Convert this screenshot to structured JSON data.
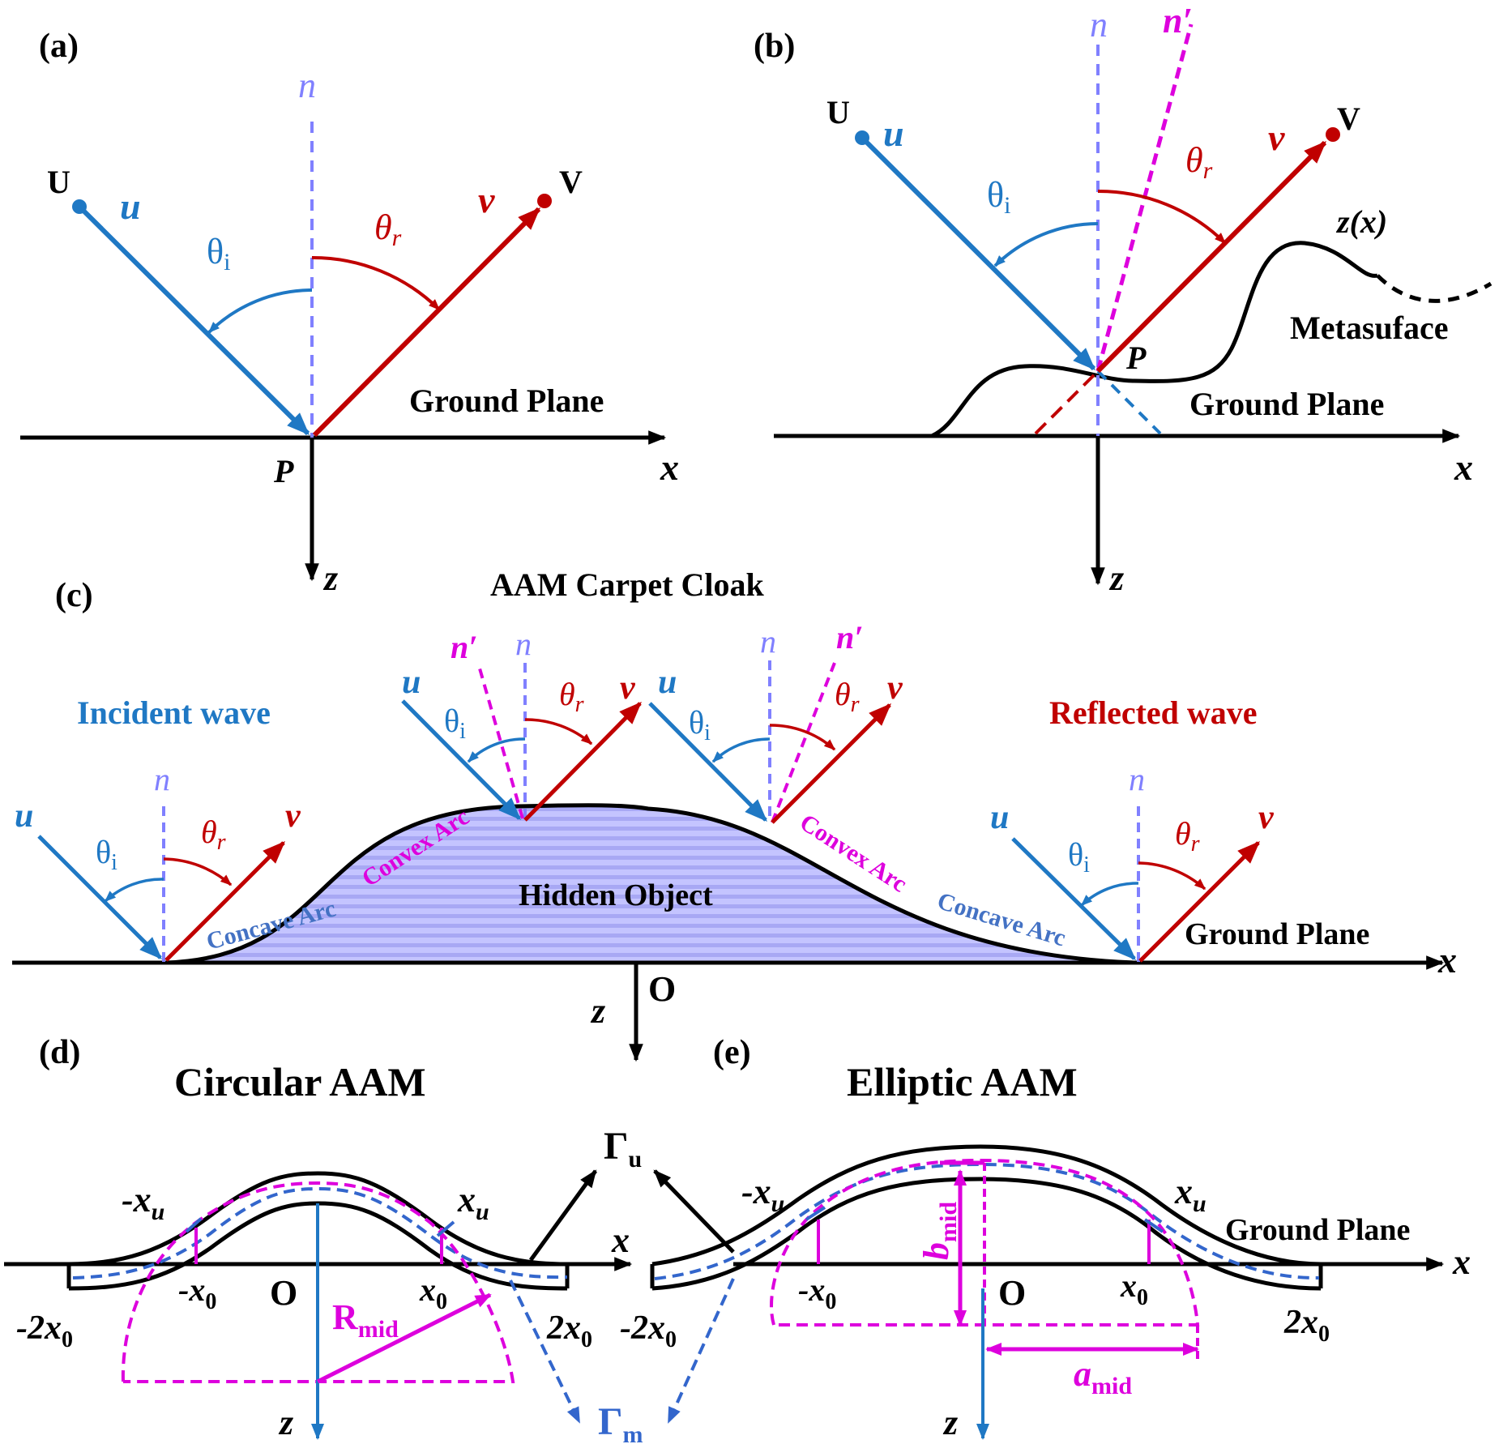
{
  "panels": {
    "a": {
      "label": "(a)",
      "n": "n",
      "U": "U",
      "u": "u",
      "theta_i": "θ",
      "theta_i_sub": "i",
      "theta_r": "θ",
      "theta_r_sub": "r",
      "v": "v",
      "V": "V",
      "ground": "Ground Plane",
      "P": "P",
      "x": "x",
      "z": "z"
    },
    "b": {
      "label": "(b)",
      "n": "n",
      "n_prime": "n′",
      "U": "U",
      "u": "u",
      "theta_i": "θ",
      "theta_i_sub": "i",
      "theta_r": "θ",
      "theta_r_sub": "r",
      "v": "v",
      "V": "V",
      "zx": "z(x)",
      "metasurface": "Metasuface",
      "P": "P",
      "ground": "Ground Plane",
      "x": "x",
      "z": "z"
    },
    "c": {
      "label": "(c)",
      "title": "AAM Carpet Cloak",
      "incident": "Incident wave",
      "reflected": "Reflected wave",
      "hidden": "Hidden Object",
      "convex": "Convex Arc",
      "concave": "Concave Arc",
      "ground": "Ground Plane",
      "O": "O",
      "x": "x",
      "z": "z",
      "u": "u",
      "v": "v",
      "n": "n",
      "n_prime": "n′",
      "theta": "θ",
      "sub_i": "i",
      "sub_r": "r"
    },
    "d": {
      "label": "(d)",
      "title": "Circular AAM",
      "neg_xu": "-x",
      "xu": "x",
      "sub_u": "u",
      "neg_x0": "-x",
      "x0": "x",
      "sub_0": "0",
      "O": "O",
      "R": "R",
      "R_sub": "mid",
      "neg2x0": "-2x",
      "pos2x0": "2x",
      "x": "x",
      "z": "z"
    },
    "e": {
      "label": "(e)",
      "title": "Elliptic AAM",
      "neg_xu": "-x",
      "xu": "x",
      "sub_u": "u",
      "neg_x0": "-x",
      "x0": "x",
      "sub_0": "0",
      "O": "O",
      "b": "b",
      "b_sub": "mid",
      "a": "a",
      "a_sub": "mid",
      "neg2x0": "-2x",
      "pos2x0": "2x",
      "ground": "Ground Plane",
      "x": "x",
      "z": "z"
    },
    "shared": {
      "gamma": "Γ",
      "gamma_u_sub": "u",
      "gamma_m_sub": "m"
    }
  },
  "colors": {
    "incident": "#1f78c4",
    "reflected": "#c00000",
    "normal": "#8080ff",
    "normal_prime": "#dd00dd",
    "magenta": "#dd00dd",
    "dashed_blue": "#3366cc",
    "hidden_fill": "#b8b8ff"
  }
}
